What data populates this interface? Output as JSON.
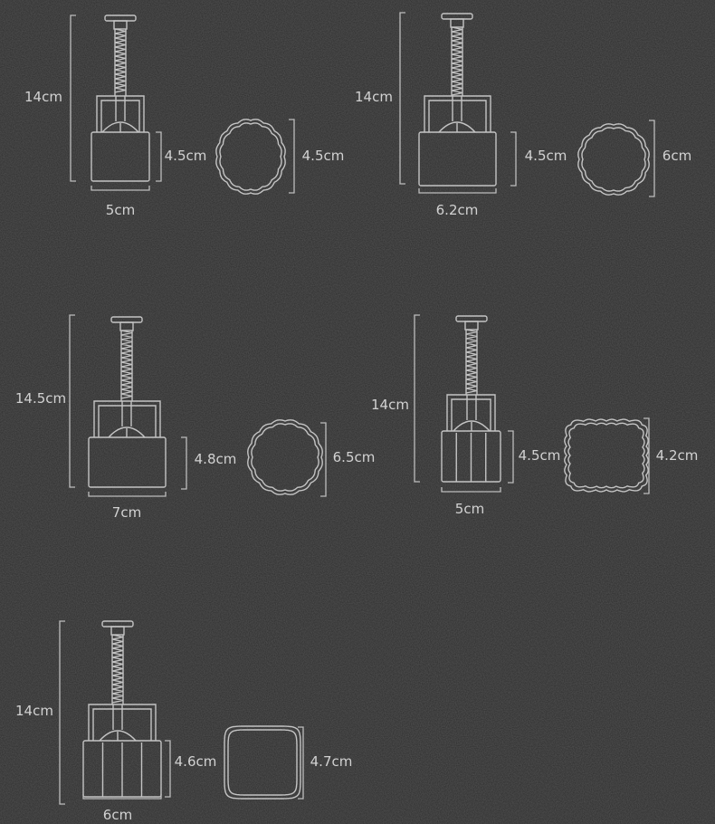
{
  "colors": {
    "background": "#2c2c2c",
    "line": "#c4c4c4",
    "text": "#d2d2d2"
  },
  "items": [
    {
      "name": "mold-round-small",
      "total_height": "14cm",
      "width": "5cm",
      "body_height": "4.5cm",
      "stamp_size": "4.5cm",
      "stamp_shape": "scalloped-circle",
      "fluted": false
    },
    {
      "name": "mold-round-medium",
      "total_height": "14cm",
      "width": "6.2cm",
      "body_height": "4.5cm",
      "stamp_size": "6cm",
      "stamp_shape": "scalloped-circle",
      "fluted": false
    },
    {
      "name": "mold-round-large",
      "total_height": "14.5cm",
      "width": "7cm",
      "body_height": "4.8cm",
      "stamp_size": "6.5cm",
      "stamp_shape": "scalloped-circle",
      "fluted": false
    },
    {
      "name": "mold-square-scalloped",
      "total_height": "14cm",
      "width": "5cm",
      "body_height": "4.5cm",
      "stamp_size": "4.2cm",
      "stamp_shape": "scalloped-square",
      "fluted": true
    },
    {
      "name": "mold-square",
      "total_height": "14cm",
      "width": "6cm",
      "body_height": "4.6cm",
      "stamp_size": "4.7cm",
      "stamp_shape": "rounded-square",
      "fluted": true
    }
  ]
}
